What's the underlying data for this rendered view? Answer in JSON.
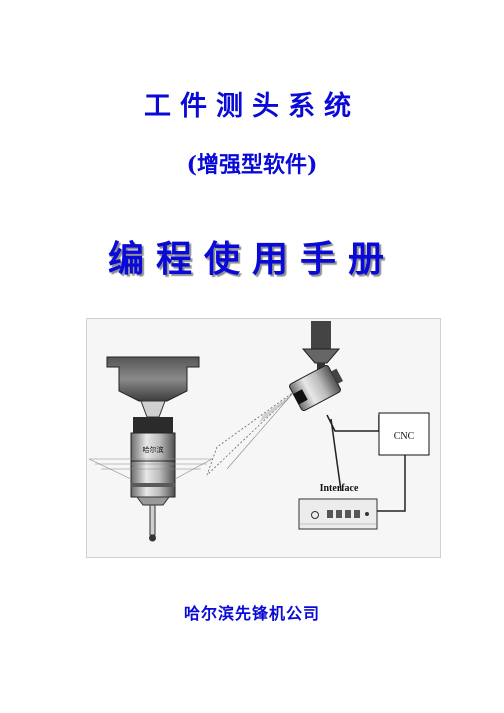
{
  "document": {
    "title": "工件测头系统",
    "subtitle": "(增强型软件)",
    "manual_title": "编程使用手册",
    "company": "哈尔滨先锋机公司"
  },
  "illustration": {
    "probe_label": "哈尔滨",
    "cnc_label": "CNC",
    "interface_label": "Interface"
  },
  "colors": {
    "title_blue": "#0a0ad8",
    "text_dark": "#000000"
  }
}
